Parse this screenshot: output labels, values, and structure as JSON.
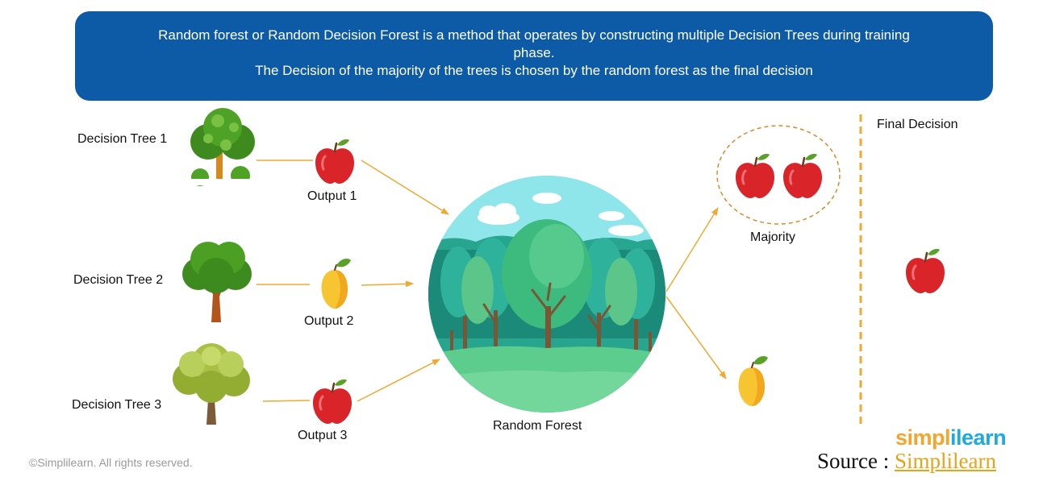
{
  "banner": {
    "line1": "Random forest or Random Decision Forest is a method that operates by constructing multiple Decision Trees during training",
    "line2": "phase.",
    "line3": "The Decision of the majority of the trees is chosen by  the random forest as the final decision"
  },
  "trees": [
    {
      "label": "Decision Tree 1",
      "output_label": "Output 1",
      "output_fruit": "apple"
    },
    {
      "label": "Decision Tree 2",
      "output_label": "Output 2",
      "output_fruit": "mango"
    },
    {
      "label": "Decision Tree 3",
      "output_label": "Output 3",
      "output_fruit": "apple"
    }
  ],
  "random_forest_label": "Random Forest",
  "majority_label": "Majority",
  "final_decision_label": "Final Decision",
  "brand": {
    "part1": "simpl",
    "part2": "ilearn"
  },
  "copyright": "©Simplilearn. All rights reserved.",
  "source": {
    "prefix": "Source : ",
    "link_text": "Simplilearn"
  },
  "colors": {
    "banner": "#0d5aa7",
    "arrow": "#f0a830",
    "apple": "#d9252a",
    "mango": "#f7c531",
    "dashed_divider": "#f0a830"
  }
}
